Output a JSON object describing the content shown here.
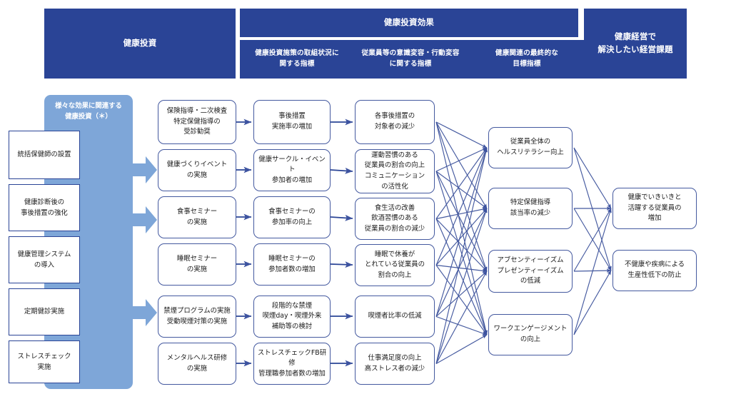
{
  "header": {
    "investment": "健康投資",
    "effect_group": "健康投資効果",
    "effect_subs": [
      "健康投資施策の取組状況に\n関する指標",
      "従業員等の意識変容・行動変容\nに関する指標",
      "健康関連の最終的な\n目標指標"
    ],
    "management": "健康経営で\n解決したい経営課題"
  },
  "sidebar": {
    "title": "様々な効果に関連する\n健康投資（＊）",
    "items": [
      "統括保健師の設置",
      "健康診断後の\n事後措置の強化",
      "健康管理システム\nの導入",
      "定期健診実施",
      "ストレスチェック\n実施"
    ]
  },
  "col1": {
    "name": "健康投資施策",
    "items": [
      "保険指導・二次検査\n特定保健指導の\n受診勧奨",
      "健康づくりイベント\nの実施",
      "食事セミナー\nの実施",
      "睡眠セミナー\nの実施",
      "禁煙プログラムの実施\n受動喫煙対策の実施",
      "メンタルヘルス研修\nの実施"
    ]
  },
  "col2": {
    "name": "取組状況に関する指標",
    "items": [
      "事後措置\n実施率の増加",
      "健康サークル・イベント\n参加者の増加",
      "食事セミナーの\n参加率の向上",
      "睡眠セミナーの\n参加者数の増加",
      "段階的な禁煙\n喫煙day・喫煙外来\n補助等の検討",
      "ストレスチェックFB研修\n管理職参加者数の増加"
    ]
  },
  "col3": {
    "name": "意識変容・行動変容に関する指標",
    "items": [
      "各事後措置の\n対象者の減少",
      "運動習慣のある\n従業員の割合の向上\nコミュニケーション\nの活性化",
      "食生活の改善\n飲酒習慣のある\n従業員の割合の減少",
      "睡眠で休養が\nとれている従業員の\n割合の向上",
      "喫煙者比率の低減",
      "仕事満足度の向上\n高ストレス者の減少"
    ]
  },
  "col4": {
    "name": "健康関連の最終的な目標指標",
    "items": [
      "従業員全体の\nヘルスリテラシー向上",
      "特定保健指導\n該当率の減少",
      "アブセンティーイズム\nプレゼンティーイズム\nの低減",
      "ワークエンゲージメント\nの向上"
    ]
  },
  "col5": {
    "name": "解決したい経営課題",
    "items": [
      "健康でいきいきと\n活躍する従業員の\n増加",
      "不健康や疾病による\n生産性低下の防止"
    ]
  },
  "colors": {
    "header_blue": "#2a4496",
    "sidebar_blue": "#7ea6d8",
    "box_border": "#44599f",
    "block_arrow": "#7ea6d8",
    "box_fill": "#ffffff"
  }
}
